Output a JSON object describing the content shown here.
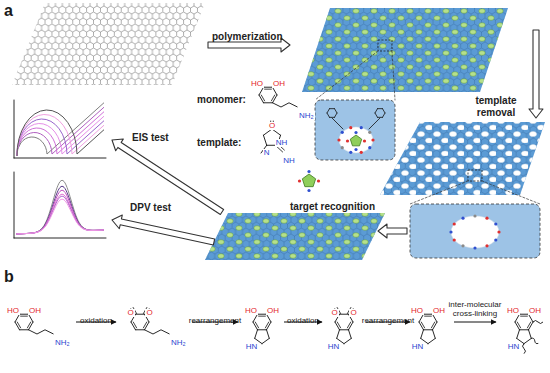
{
  "diagram": {
    "labels": [
      "a",
      "polymerization",
      "monomer:",
      "template:",
      "template removal",
      "target recognition",
      "EIS test",
      "DPV test",
      "b",
      "oxidation",
      "rearrangement",
      "oxidation",
      "rearrangement",
      "inter-molecular cross-linking",
      "HO",
      "OH",
      "NH₂",
      "O",
      "NH",
      "N",
      "NH",
      "HO",
      "OH",
      "NH₂",
      "O",
      "O",
      "NH₂",
      "HO",
      "OH",
      "HN",
      "O",
      "O",
      "HN",
      "HO",
      "OH",
      "HN",
      "HO",
      "OH",
      "HN"
    ]
  }
}
